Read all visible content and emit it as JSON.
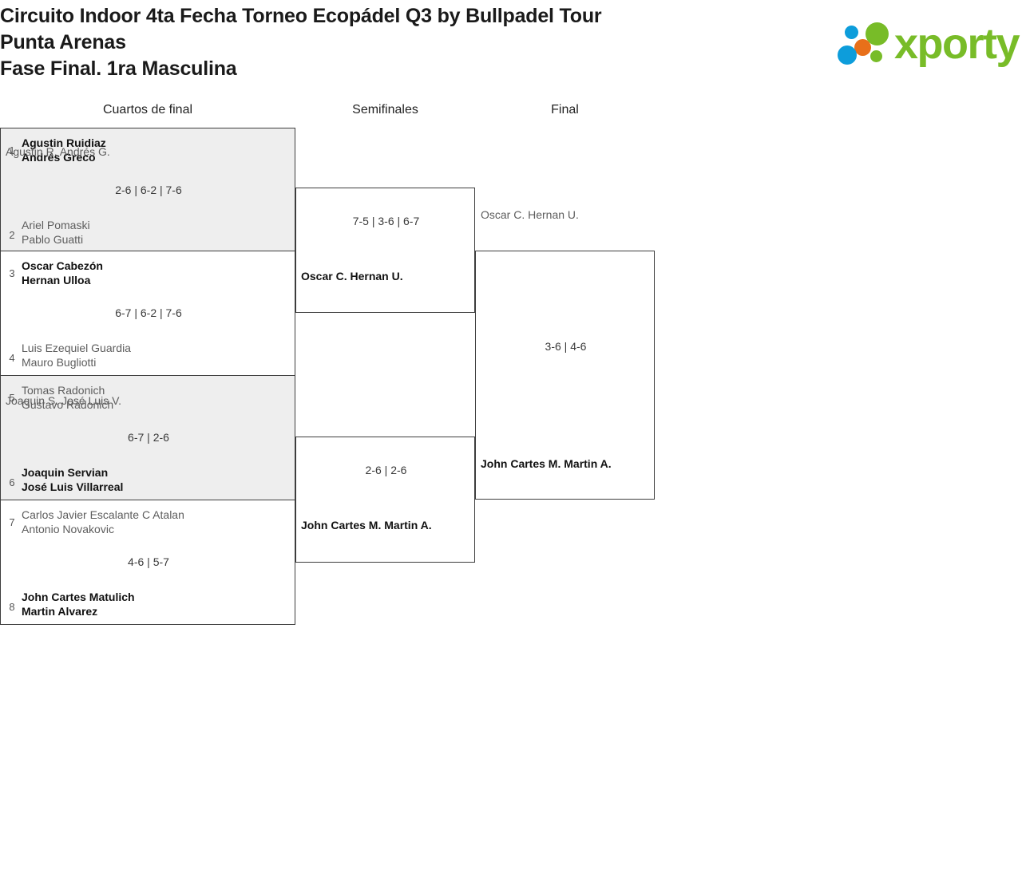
{
  "header": {
    "title_lines": [
      "Circuito Indoor 4ta Fecha Torneo Ecopádel Q3 by Bullpadel Tour",
      "Punta Arenas",
      "Fase Final. 1ra Masculina"
    ],
    "logo": {
      "text": "xporty",
      "colors": {
        "green": "#78bc28",
        "blue": "#0d9ddb",
        "orange": "#e8701a"
      }
    }
  },
  "rounds": [
    {
      "label": "Cuartos de final"
    },
    {
      "label": "Semifinales"
    },
    {
      "label": "Final"
    }
  ],
  "quarterfinals": [
    {
      "top": {
        "seed": "1",
        "player1": "Agustin Ruidiaz",
        "player2": "Andrés Greco",
        "winner": true
      },
      "bottom": {
        "seed": "2",
        "player1": "Ariel Pomaski",
        "player2": "Pablo Guatti",
        "winner": false
      },
      "score": "2-6 | 6-2 | 7-6"
    },
    {
      "top": {
        "seed": "3",
        "player1": "Oscar Cabezón",
        "player2": "Hernan Ulloa",
        "winner": true
      },
      "bottom": {
        "seed": "4",
        "player1": "Luis Ezequiel Guardia",
        "player2": "Mauro Bugliotti",
        "winner": false
      },
      "score": "6-7 | 6-2 | 7-6"
    },
    {
      "top": {
        "seed": "5",
        "player1": "Tomas Radonich",
        "player2": "Gustavo Radonich",
        "winner": false
      },
      "bottom": {
        "seed": "6",
        "player1": "Joaquin Servian",
        "player2": "José Luis Villarreal",
        "winner": true
      },
      "score": "6-7 | 2-6"
    },
    {
      "top": {
        "seed": "7",
        "player1": "Carlos Javier Escalante C Atalan",
        "player2": "Antonio Novakovic",
        "winner": false
      },
      "bottom": {
        "seed": "8",
        "player1": "John Cartes Matulich",
        "player2": "Martin Alvarez",
        "winner": true
      },
      "score": "4-6 | 5-7"
    }
  ],
  "semifinals": [
    {
      "top": {
        "player1": "Agustin R.",
        "player2": "Andrés G.",
        "winner": false
      },
      "bottom": {
        "player1": "Oscar C.",
        "player2": "Hernan U.",
        "winner": true
      },
      "score": "7-5 | 3-6 | 6-7"
    },
    {
      "top": {
        "player1": "Joaquin S.",
        "player2": "José Luis V.",
        "winner": false
      },
      "bottom": {
        "player1": "John Cartes M.",
        "player2": "Martin A.",
        "winner": true
      },
      "score": "2-6 | 2-6"
    }
  ],
  "final": {
    "top": {
      "player1": "Oscar C.",
      "player2": "Hernan U.",
      "winner": false
    },
    "bottom": {
      "player1": "John Cartes M.",
      "player2": "Martin A.",
      "winner": true
    },
    "score": "3-6 | 4-6"
  }
}
